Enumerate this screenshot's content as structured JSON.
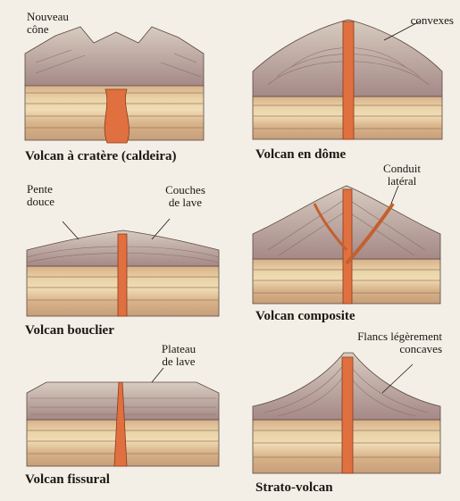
{
  "panels": {
    "caldeira": {
      "caption": "Volcan à cratère (caldeira)",
      "label": "Nouveau\ncône"
    },
    "dome": {
      "caption": "Volcan en dôme",
      "label": "convexes"
    },
    "bouclier": {
      "caption": "Volcan bouclier",
      "label_left": "Pente\ndouce",
      "label_right": "Couches\nde lave"
    },
    "composite": {
      "caption": "Volcan composite",
      "label": "Conduit\nlatéral"
    },
    "fissural": {
      "caption": "Volcan fissural",
      "label": "Plateau\nde lave"
    },
    "strato": {
      "caption": "Strato-volcan",
      "label": "Flancs légèrement\nconcaves"
    }
  },
  "colors": {
    "background": "#f3efe6",
    "ground_band_1": "#ddb58c",
    "ground_band_2": "#e8cfa1",
    "ground_band_3": "#d9b58a",
    "lava_layers": "#b99a97",
    "conduit": "#e0703f",
    "text": "#1b1712"
  }
}
